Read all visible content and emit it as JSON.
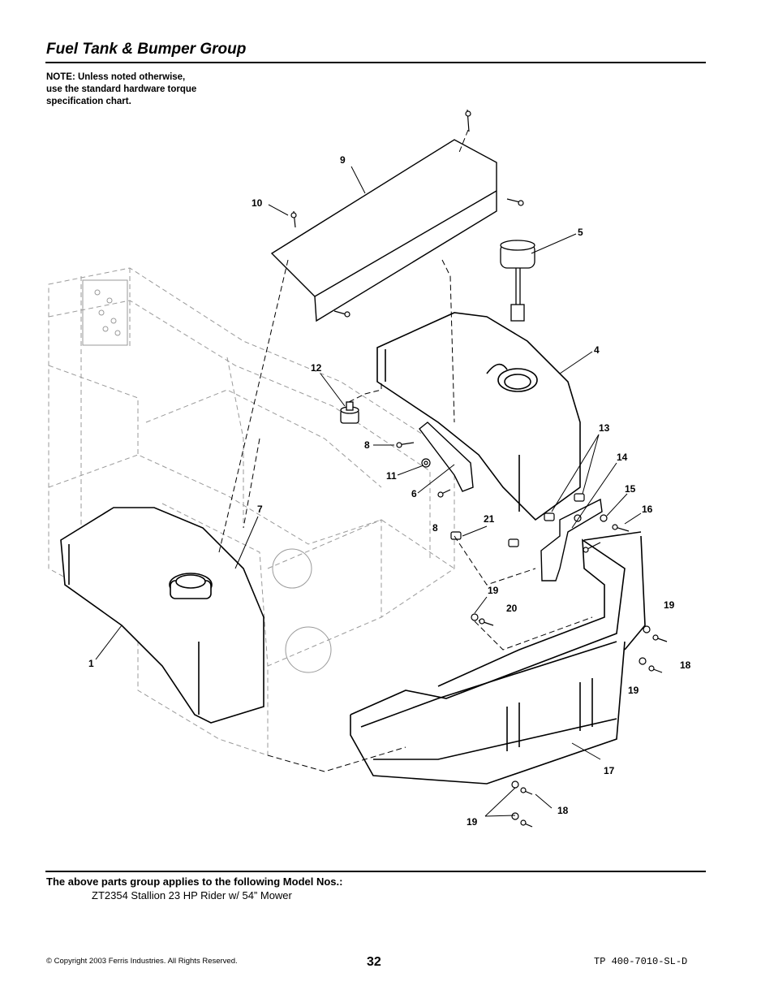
{
  "header": {
    "title": "Fuel Tank & Bumper Group"
  },
  "note": [
    "NOTE: Unless noted otherwise,",
    "use the standard hardware torque",
    "specification chart."
  ],
  "callouts": {
    "c1": "1",
    "c4": "4",
    "c5": "5",
    "c6": "6",
    "c7": "7",
    "c8a": "8",
    "c8b": "8",
    "c9": "9",
    "c10": "10",
    "c11": "11",
    "c12": "12",
    "c13": "13",
    "c14": "14",
    "c15": "15",
    "c16": "16",
    "c17": "17",
    "c18a": "18",
    "c18b": "18",
    "c19a": "19",
    "c19b": "19",
    "c19c": "19",
    "c19d": "19",
    "c20": "20",
    "c21": "21"
  },
  "footer": {
    "applies_label": "The above parts group applies to the following Model Nos.:",
    "model_line": "ZT2354  Stallion 23 HP Rider w/ 54” Mower",
    "copyright": "© Copyright 2003 Ferris Industries. All Rights Reserved.",
    "page_number": "32",
    "doc_number": "TP 400-7010-SL-D"
  }
}
